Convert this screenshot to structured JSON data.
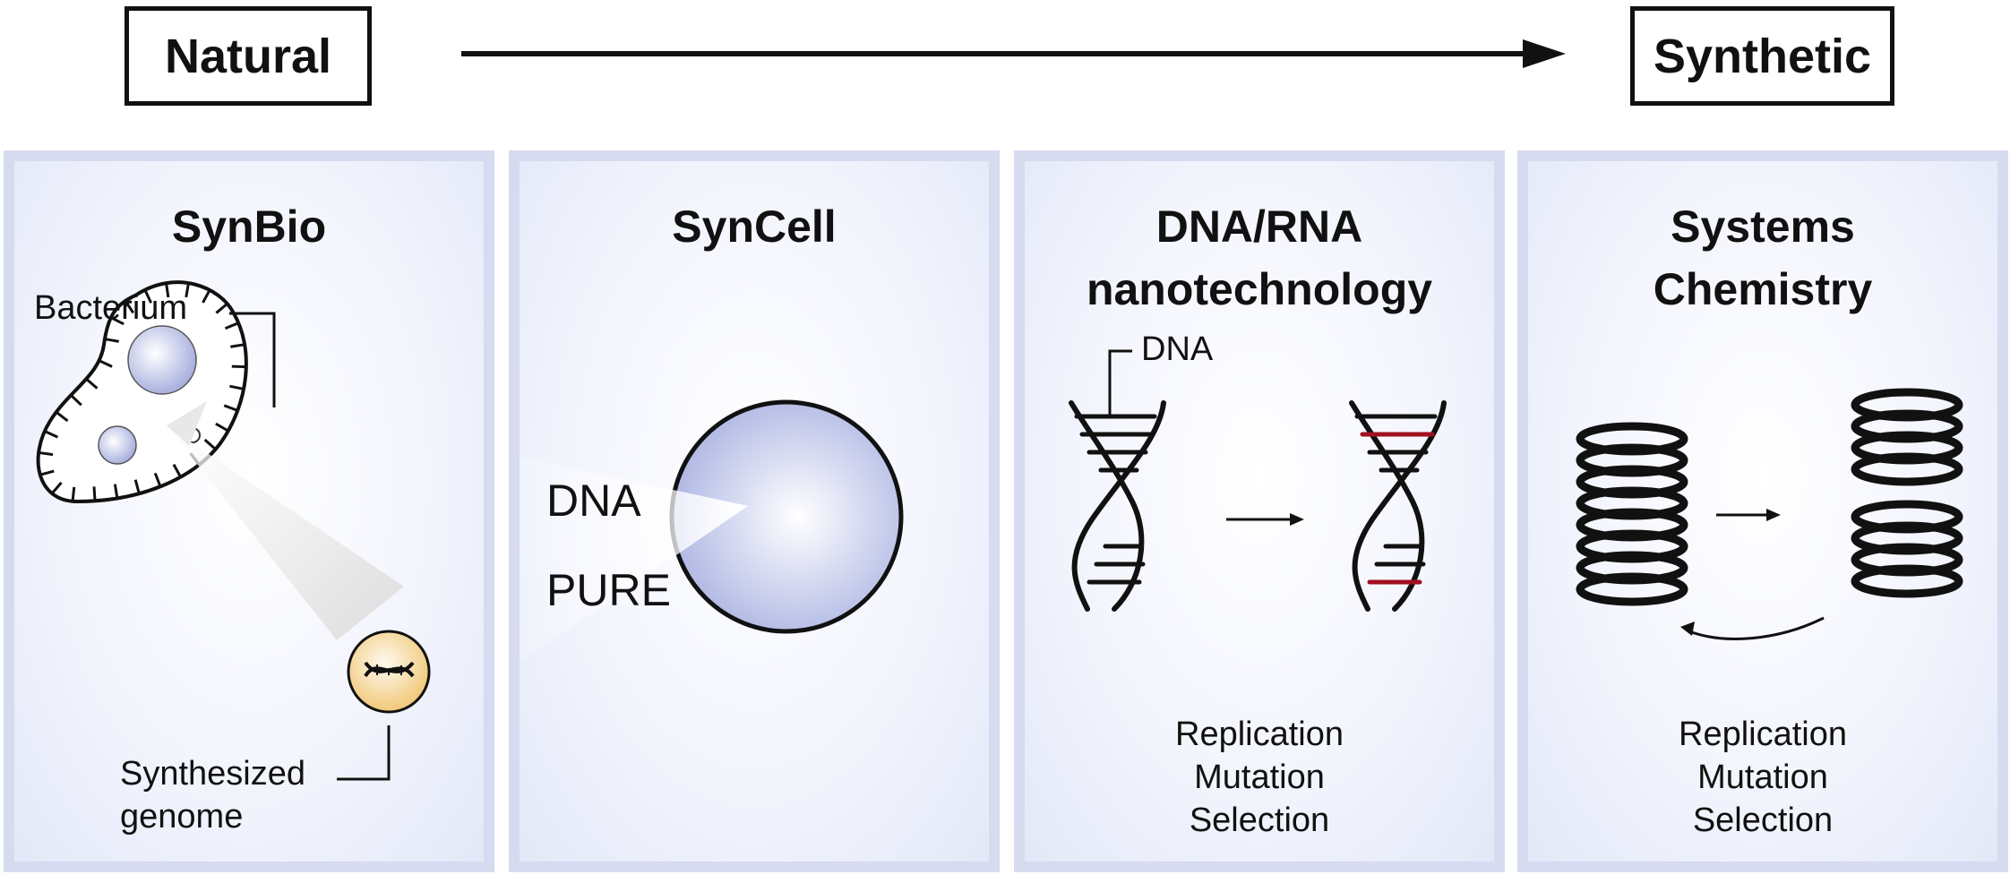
{
  "axis": {
    "left_label": "Natural",
    "right_label": "Synthetic"
  },
  "panels": {
    "synbio": {
      "title": "SynBio",
      "bacterium_label": "Bacterium",
      "genome_label_line1": "Synthesized",
      "genome_label_line2": "genome"
    },
    "syncell": {
      "title": "SynCell",
      "input_label_1": "DNA",
      "input_label_2": "PURE"
    },
    "dnarna": {
      "title_line1": "DNA/RNA",
      "title_line2": "nanotechnology",
      "dna_label": "DNA",
      "process": [
        "Replication",
        "Mutation",
        "Selection"
      ]
    },
    "syschem": {
      "title_line1": "Systems",
      "title_line2": "Chemistry",
      "process": [
        "Replication",
        "Mutation",
        "Selection"
      ]
    }
  },
  "colors": {
    "panel_border": "#d6dbf0",
    "sphere": "#b8bfe6",
    "genome_circle": "#f7d9a0",
    "mutation": "#a01020"
  }
}
